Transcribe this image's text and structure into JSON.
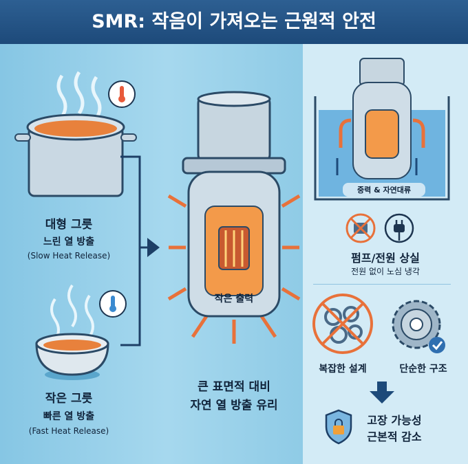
{
  "title": "SMR: 작음이 가져오는 근원적 안전",
  "left": {
    "large": {
      "title": "대형 그릇",
      "subtitle": "느린 열 방출",
      "english": "(Slow Heat Release)"
    },
    "small": {
      "title": "작은 그릇",
      "subtitle": "빠른 열 방출",
      "english": "(Fast Heat Release)"
    }
  },
  "center": {
    "core_label": "작은 출력",
    "caption_line1": "큰 표면적 대비",
    "caption_line2": "자연 열 방출 유리"
  },
  "right": {
    "pool_label": "중력 & 자연대류",
    "pump_title": "펌프/전원 상실",
    "pump_subtitle": "전원 없이 노심 냉각",
    "complex_label": "복잡한 설계",
    "simple_label": "단순한 구조",
    "result_line1": "고장 가능성",
    "result_line2": "근본적 감소"
  },
  "colors": {
    "title_bg": "#1d4a7a",
    "accent_orange": "#e8713a",
    "panel_left": "#8fcbe6",
    "panel_right": "#d3ebf6"
  }
}
